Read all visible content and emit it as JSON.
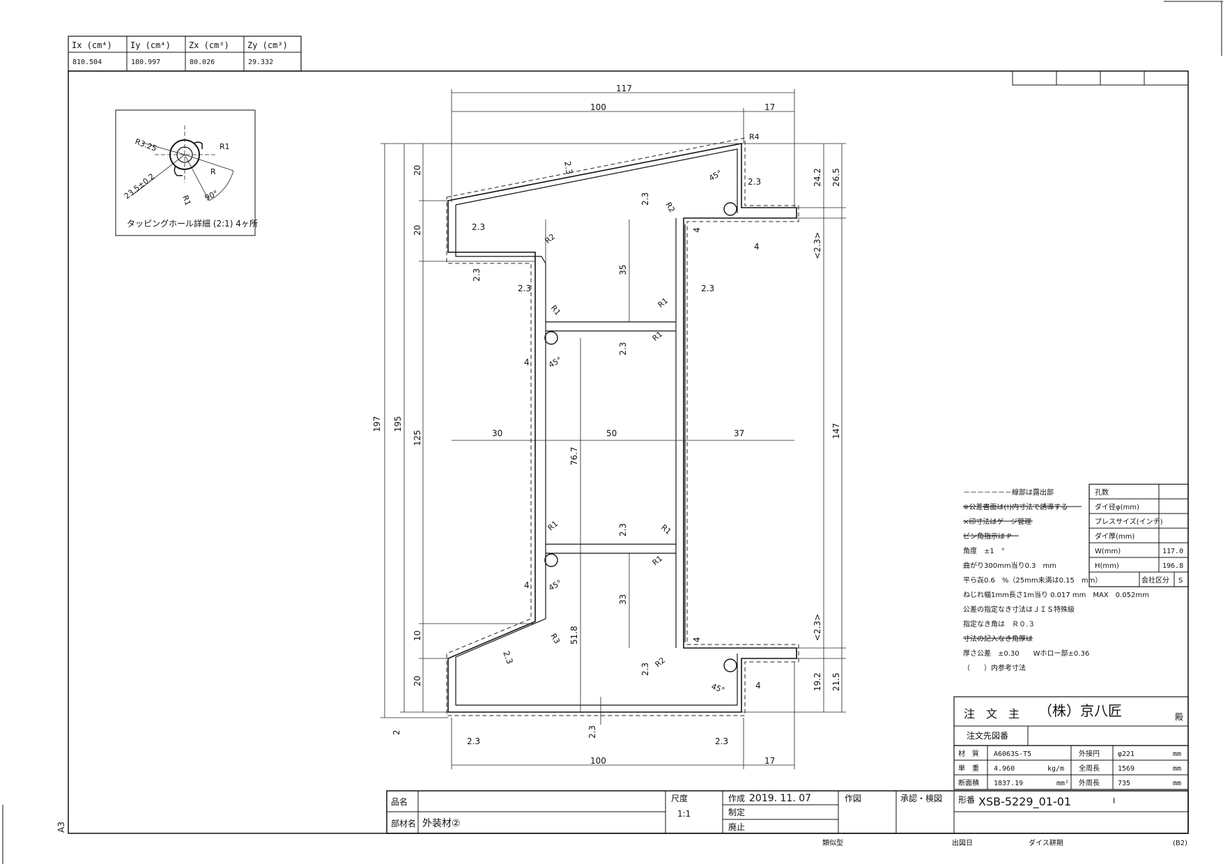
{
  "props_table": {
    "headers": [
      "Ix (cm⁴)",
      "Iy (cm⁴)",
      "Zx (cm³)",
      "Zy (cm³)"
    ],
    "values": [
      "810.504",
      "180.997",
      "80.026",
      "29.332"
    ]
  },
  "detail": {
    "caption": "タッピングホール詳細 (2:1) 4ヶ所",
    "labels": [
      "R3.25",
      "R1",
      "R",
      "R1",
      "23.5±0.2",
      "90°"
    ]
  },
  "dims": {
    "d117": "117",
    "d100_top": "100",
    "d17_top": "17",
    "d197": "197",
    "d195": "195",
    "d125": "125",
    "d20a": "20",
    "d20b": "20",
    "d10": "10",
    "d20c": "20",
    "d24_2": "24.2",
    "d26_5": "26.5",
    "d2_3p_top": "<2.3>",
    "d147": "147",
    "d2_3p_bot": "<2.3>",
    "d19_2": "19.2",
    "d21_5": "21.5",
    "d30": "30",
    "d50": "50",
    "d37": "37",
    "d35": "35",
    "d33": "33",
    "d76_7": "76.7",
    "d51_8": "51.8",
    "d100_bot": "100",
    "d17_bot": "17",
    "d2": "2",
    "t2_3": "2.3",
    "r1": "R1",
    "r2": "R2",
    "r3": "R3",
    "r4": "R4",
    "a45": "45°",
    "d4": "4"
  },
  "notes": {
    "lines": [
      {
        "text": "－－－－－－－線部は露出部",
        "strike": false
      },
      {
        "text": "※公差書面は(!)内寸法で誘導する",
        "strike": true
      },
      {
        "text": "×印寸法はゲージ管理",
        "strike": true
      },
      {
        "text": "ピン角指示は P",
        "strike": true
      },
      {
        "text": "角度　±1　°",
        "strike": false
      },
      {
        "text": "曲がり300mm当り0.3　mm",
        "strike": false
      },
      {
        "text": "平ら㐂0.6　%（25mm未満は0.15　mm）",
        "strike": false
      },
      {
        "text": "ねじれ幅1mm長さ1m当り 0.017 mm　MAX　0.052mm",
        "strike": false
      },
      {
        "text": "公差の指定なき寸法はＪＩＳ特殊級",
        "strike": false
      },
      {
        "text": "指定なき角は　Ｒ０.３",
        "strike": false
      },
      {
        "text": "寸法の記入なき角厚は",
        "strike": true
      },
      {
        "text": "厚さ公差　±0.30　　Wホロー部±0.36",
        "strike": false
      },
      {
        "text": "（　　）内参考寸法",
        "strike": false
      }
    ]
  },
  "specs": {
    "rows": [
      {
        "label": "孔数",
        "value": ""
      },
      {
        "label": "ダイ径φ(mm)",
        "value": ""
      },
      {
        "label": "プレスサイズ(インチ)",
        "value": ""
      },
      {
        "label": "ダイ厚(mm)",
        "value": ""
      },
      {
        "label": "W(mm)",
        "value": "117.0"
      },
      {
        "label": "H(mm)",
        "value": "196.8"
      }
    ],
    "company_label": "会社区分",
    "company_value": "S"
  },
  "title_block": {
    "customer_label": "注　文　主",
    "customer": "（株）京八匠",
    "honorific": "殿",
    "dest_label": "注文先図番",
    "material_label": "材　質",
    "material": "A6063S-T5",
    "outer_label": "外接円",
    "outer": "φ221",
    "outer_unit": "mm",
    "weight_label": "単　重",
    "weight": "4.960",
    "weight_unit": "kg/m",
    "perim_label": "全周長",
    "perim": "1569",
    "perim_unit": "mm",
    "area_label": "断面積",
    "area": "1837.19",
    "area_unit": "mm²",
    "outer_perim_label": "外周長",
    "outer_perim": "735",
    "outer_perim_unit": "mm",
    "name_label": "品名",
    "name": "",
    "part_label": "部材名",
    "part": "外装材②",
    "scale_label": "尺度",
    "scale": "1:1",
    "created_label": "作成",
    "created": "2019. 11. 07",
    "set_label": "制定",
    "abolish_label": "廃止",
    "drawn_label": "作図",
    "approve_label": "承認・検図",
    "model_label": "形番",
    "model": "XSB-5229_01-01",
    "model_rev": "I"
  },
  "footer": {
    "similar": "類似型",
    "date": "出図日",
    "die": "ダイス耕期",
    "sheet": "(B2)",
    "size": "A3"
  }
}
